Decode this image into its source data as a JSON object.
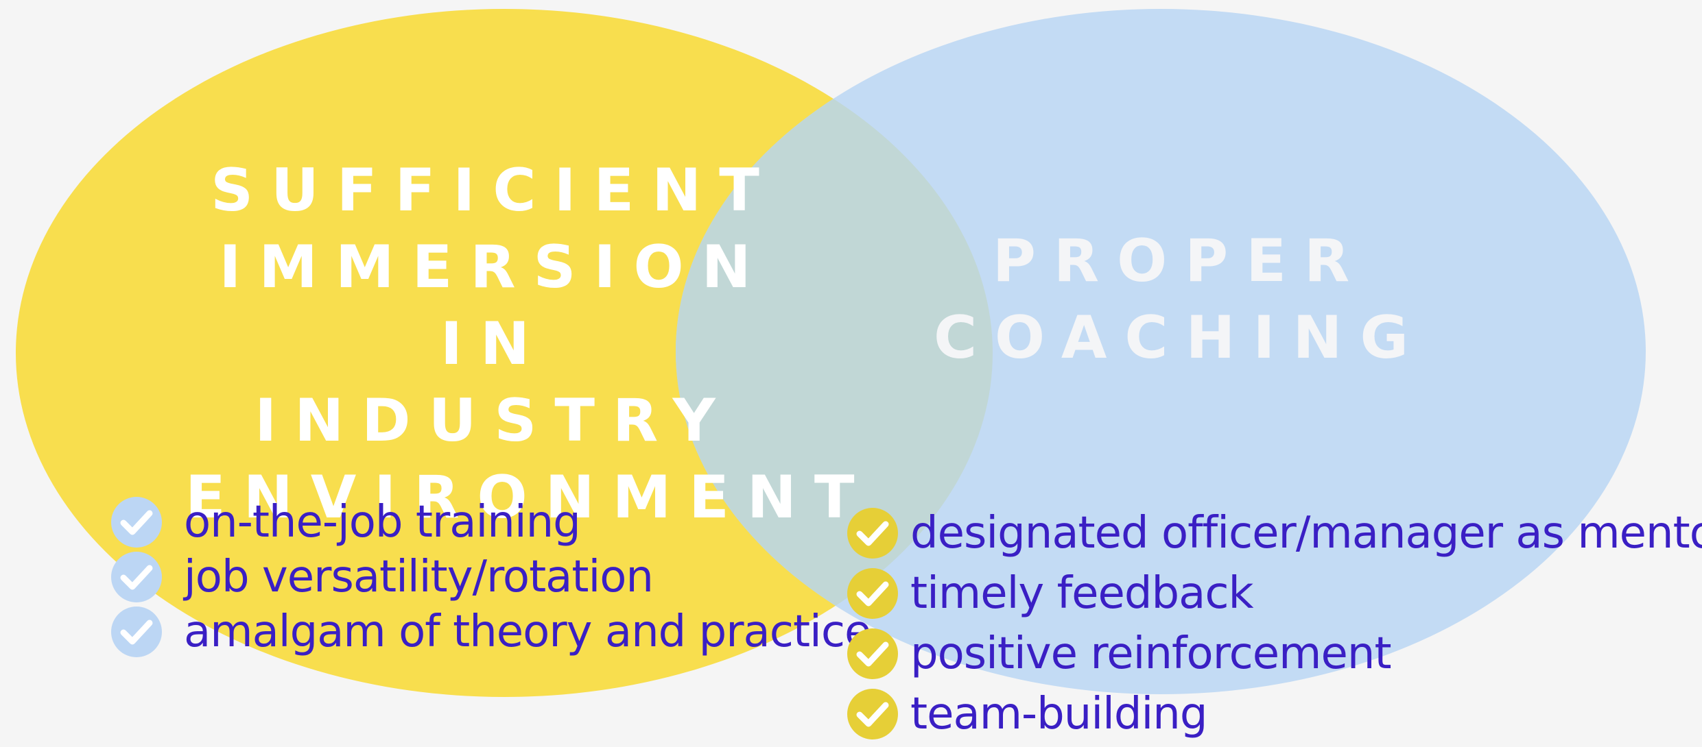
{
  "diagram": {
    "left_circle": {
      "title": "SUFFICIENT IMMERSION IN INDUSTRY ENVIRONMENT",
      "color": "#f8de4e",
      "items": [
        "on-the-job training",
        "job versatility/rotation",
        "amalgam of theory and practice"
      ]
    },
    "right_circle": {
      "title": "PROPER COACHING",
      "color": "#c3dbf4",
      "items": [
        "designated officer/manager as mentor",
        "timely feedback",
        "positive reinforcement",
        "team-building"
      ]
    },
    "overlap_color": "#c1d7d6",
    "text_color": "#3a1fc4",
    "left_check_color": "#bcd6f4",
    "right_check_color": "#e6cf37",
    "icon": "check-icon"
  }
}
